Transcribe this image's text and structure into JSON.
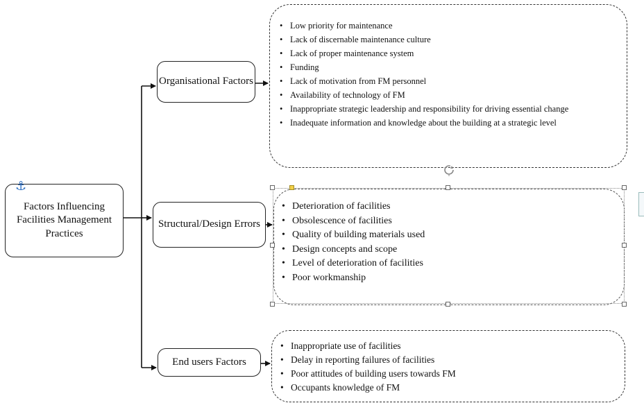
{
  "main_box": {
    "label": "Factors Influencing Facilities Management Practices"
  },
  "categories": [
    {
      "id": "organisational",
      "label": "Organisational Factors"
    },
    {
      "id": "structural",
      "label": "Structural/Design Errors"
    },
    {
      "id": "end_users",
      "label": "End users Factors"
    }
  ],
  "lists": {
    "organisational": [
      "Low priority for maintenance",
      "Lack of discernable maintenance culture",
      "Lack of proper maintenance system",
      "Funding",
      "Lack of motivation from FM personnel",
      "Availability of technology of FM",
      "Inappropriate strategic leadership and responsibility for driving essential change",
      "Inadequate information  and knowledge about the building at a strategic level"
    ],
    "structural": [
      "Deterioration of  facilities",
      "Obsolescence of facilities",
      "Quality of building materials used",
      "Design concepts and scope",
      "Level of deterioration of facilities",
      "Poor workmanship"
    ],
    "end_users": [
      "Inappropriate use of facilities",
      "Delay in reporting failures of facilities",
      "Poor attitudes of building users towards FM",
      "Occupants knowledge of FM"
    ]
  },
  "icons": {
    "anchor": "anchor-icon",
    "rotate": "rotate-handle-icon",
    "layout": "layout-options-icon"
  },
  "colors": {
    "anchor": "#2f6fc1",
    "handle_yellow": "#f2d04a"
  }
}
